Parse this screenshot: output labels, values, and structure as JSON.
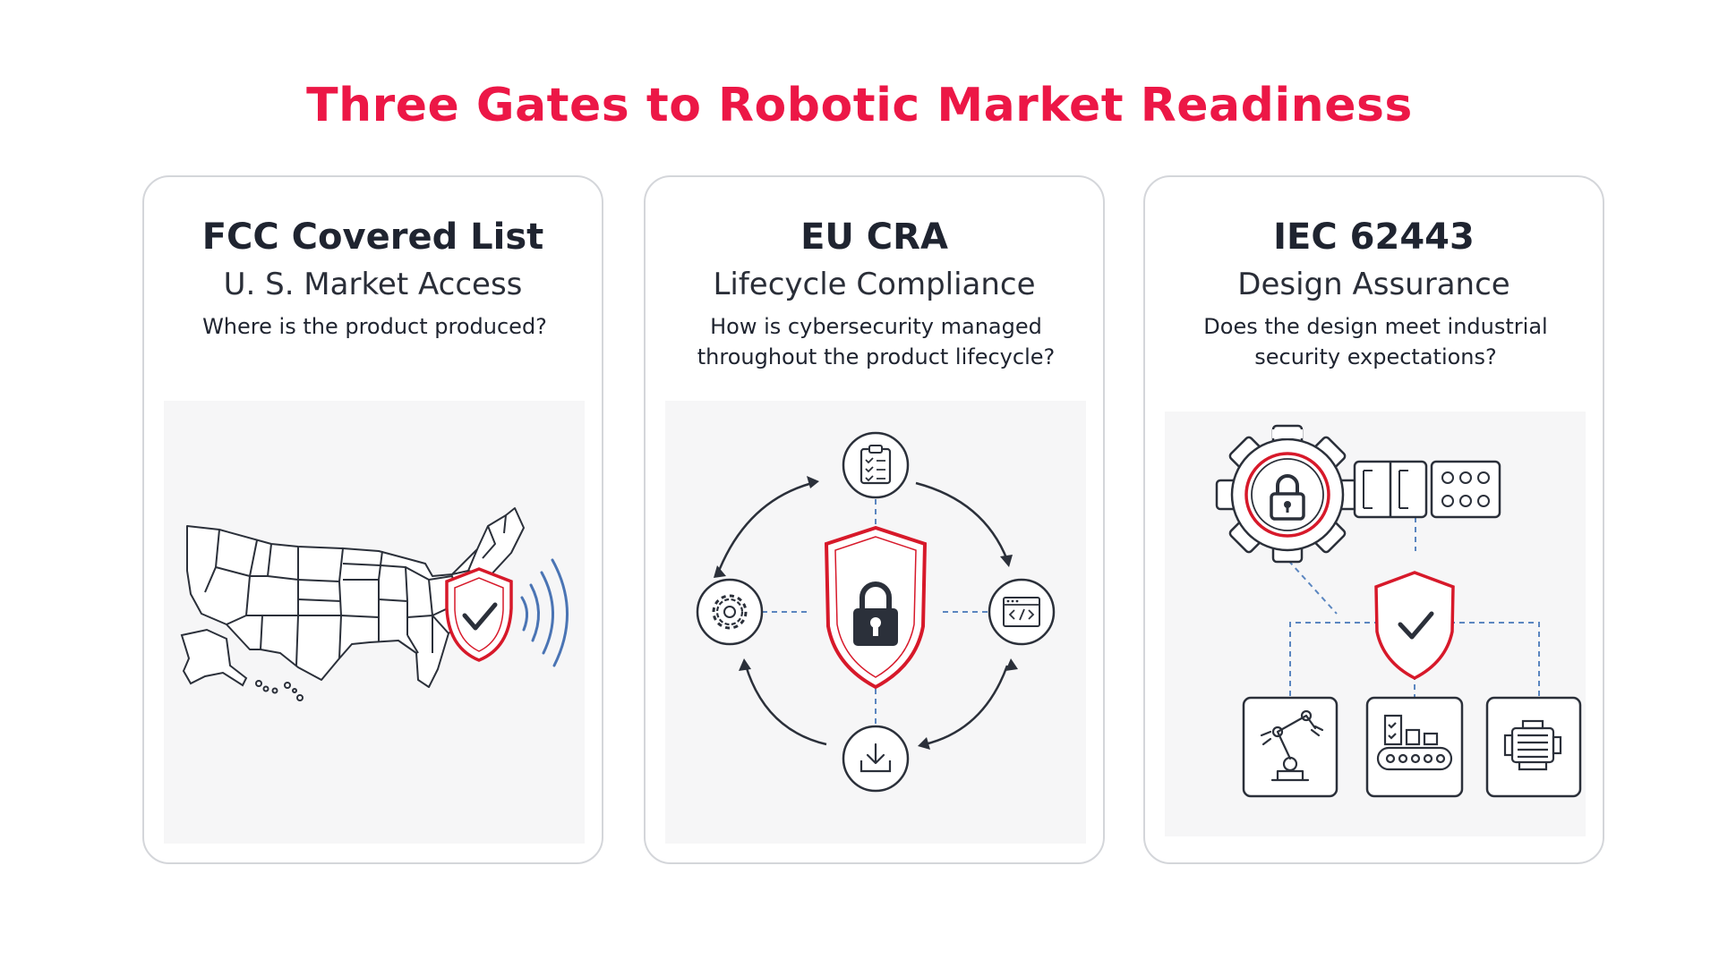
{
  "title": "Three Gates to Robotic Market Readiness",
  "colors": {
    "accent": "#ec1746",
    "shield_red": "#d7192a",
    "ink": "#2b303a",
    "wave_blue": "#4a74b4",
    "dash_blue": "#5b86c0",
    "card_border": "#d4d6da",
    "panel_bg": "#f6f6f7"
  },
  "cards": [
    {
      "title": "FCC Covered List",
      "subtitle": "U. S. Market Access",
      "question": "Where is the product produced?",
      "icons": [
        "us-map-icon",
        "shield-check-icon",
        "signal-waves-icon"
      ]
    },
    {
      "title": "EU CRA",
      "subtitle": "Lifecycle Compliance",
      "question": "How is cybersecurity managed throughout the product lifecycle?",
      "icons": [
        "clipboard-checklist-icon",
        "gear-icon",
        "code-window-icon",
        "download-icon",
        "shield-lock-icon"
      ]
    },
    {
      "title": "IEC 62443",
      "subtitle": "Design Assurance",
      "question": "Does the design meet industrial security expectations?",
      "icons": [
        "gear-lock-icon",
        "panel-modules-icon",
        "shield-check-icon",
        "robot-arm-icon",
        "conveyor-icon",
        "motor-icon"
      ]
    }
  ]
}
